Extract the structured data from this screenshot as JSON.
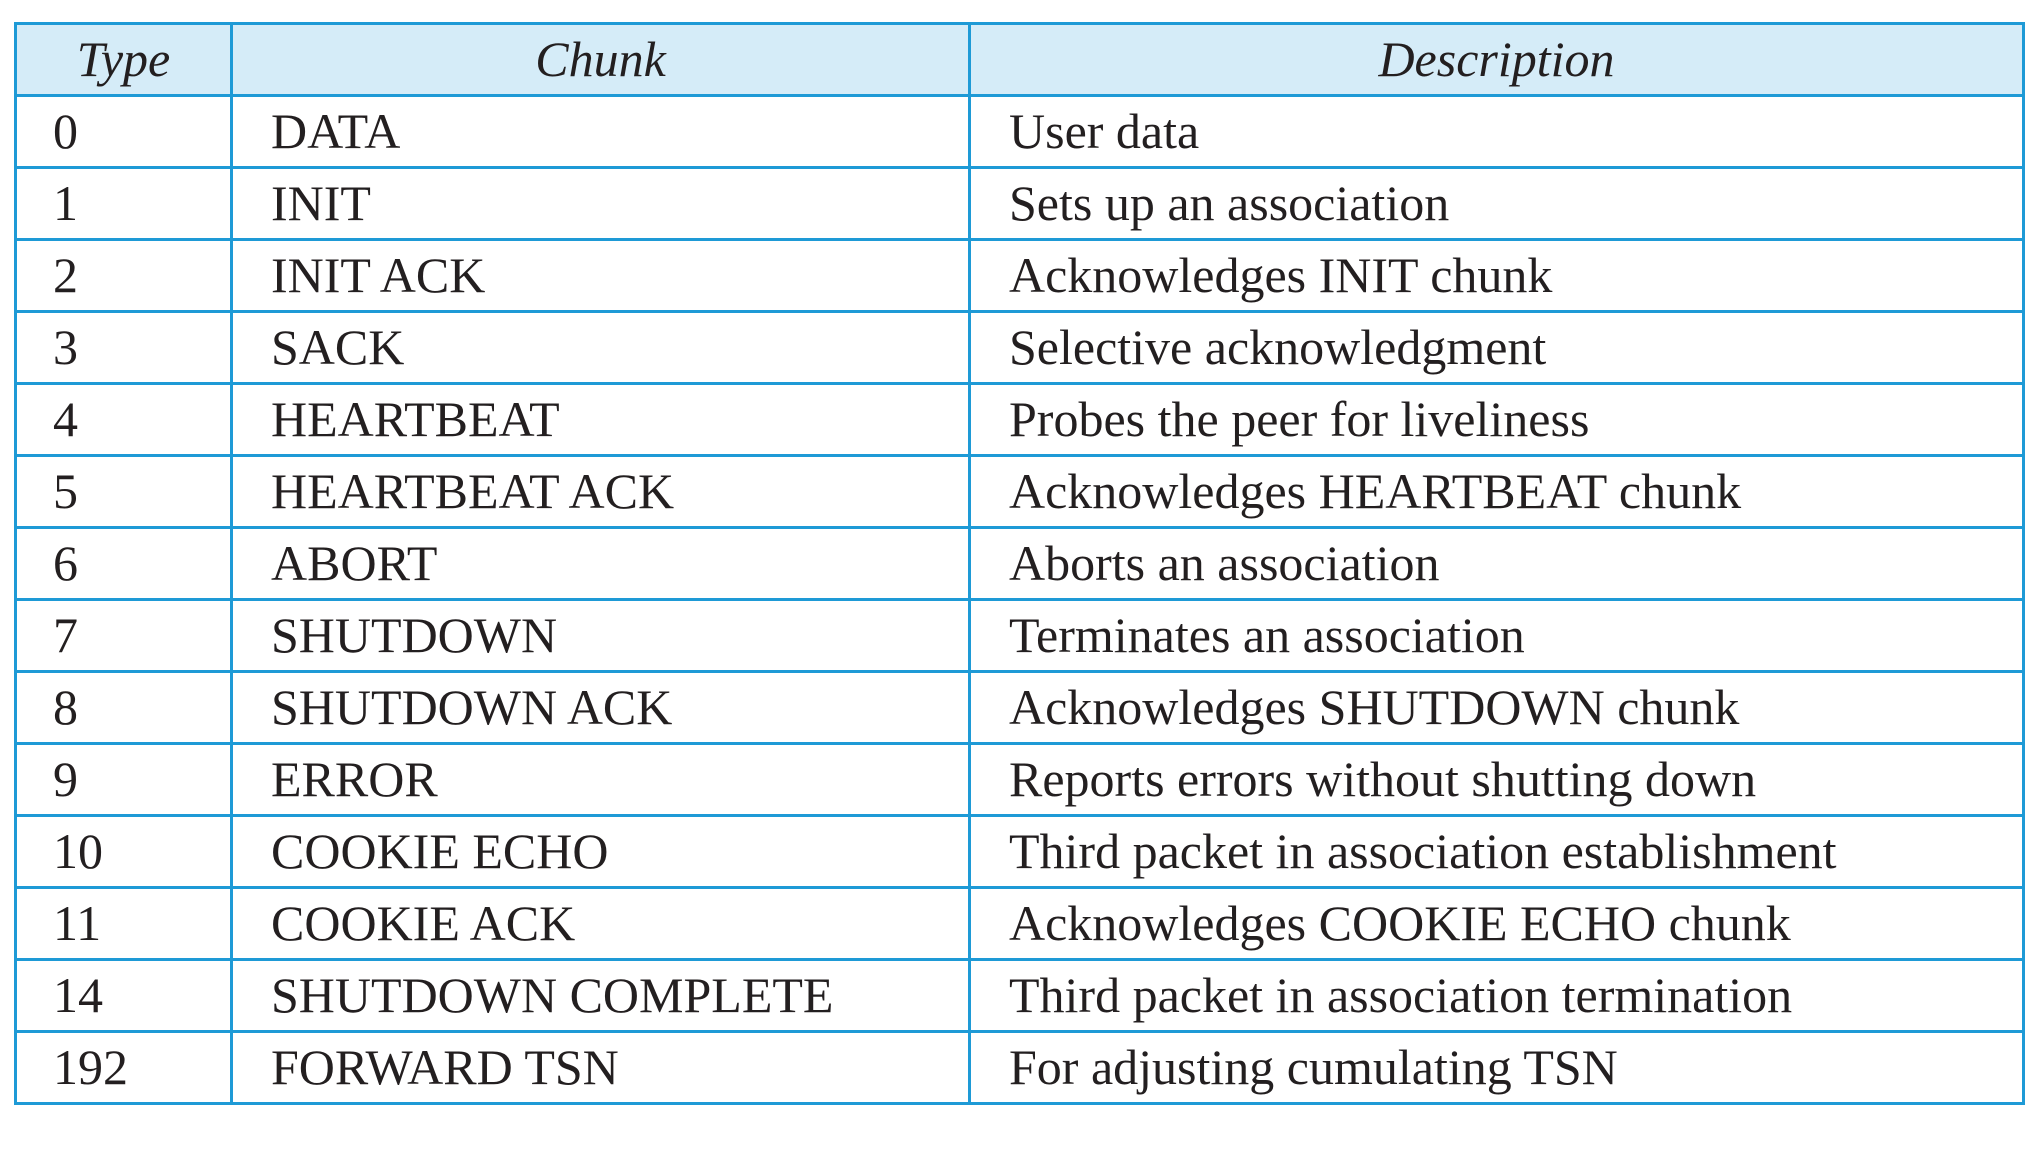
{
  "headers": {
    "type": "Type",
    "chunk": "Chunk",
    "description": "Description"
  },
  "rows": [
    {
      "type": "0",
      "chunk": "DATA",
      "description": "User data"
    },
    {
      "type": "1",
      "chunk": "INIT",
      "description": "Sets up an association"
    },
    {
      "type": "2",
      "chunk": "INIT ACK",
      "description": "Acknowledges INIT chunk"
    },
    {
      "type": "3",
      "chunk": "SACK",
      "description": "Selective acknowledgment"
    },
    {
      "type": "4",
      "chunk": "HEARTBEAT",
      "description": "Probes the peer for liveliness"
    },
    {
      "type": "5",
      "chunk": "HEARTBEAT ACK",
      "description": "Acknowledges HEARTBEAT chunk"
    },
    {
      "type": "6",
      "chunk": "ABORT",
      "description": "Aborts an association"
    },
    {
      "type": "7",
      "chunk": "SHUTDOWN",
      "description": "Terminates an association"
    },
    {
      "type": "8",
      "chunk": "SHUTDOWN ACK",
      "description": "Acknowledges SHUTDOWN chunk"
    },
    {
      "type": "9",
      "chunk": "ERROR",
      "description": "Reports errors without shutting down"
    },
    {
      "type": "10",
      "chunk": "COOKIE ECHO",
      "description": "Third packet in association establishment"
    },
    {
      "type": "11",
      "chunk": "COOKIE ACK",
      "description": "Acknowledges COOKIE ECHO chunk"
    },
    {
      "type": "14",
      "chunk": "SHUTDOWN COMPLETE",
      "description": "Third packet in association termination"
    },
    {
      "type": "192",
      "chunk": "FORWARD TSN",
      "description": "For adjusting cumulating TSN"
    }
  ],
  "colors": {
    "border": "#1e9ad6",
    "header_fill": "#d5ecf8",
    "text": "#231f20"
  }
}
